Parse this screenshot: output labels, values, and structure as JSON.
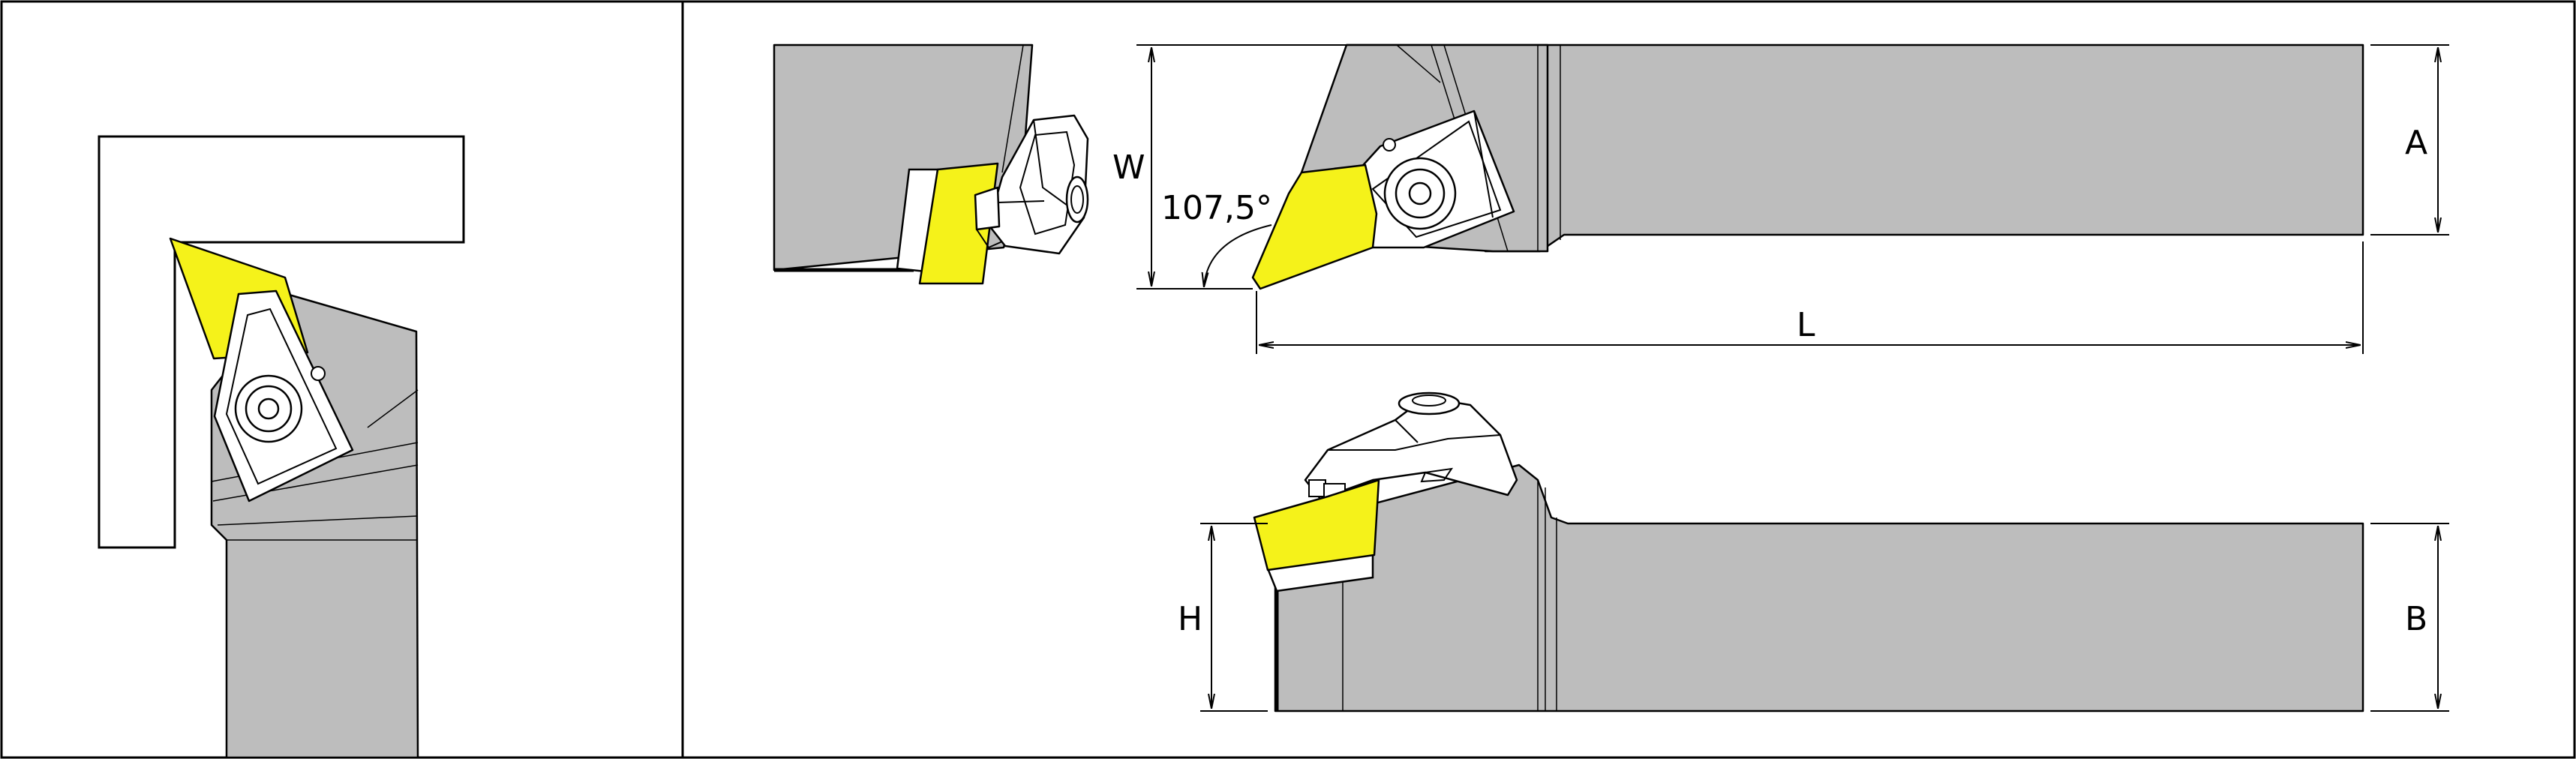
{
  "colors": {
    "tool_body": "#bdbdbd",
    "insert": "#f5f21a",
    "line": "#000000",
    "background": "#ffffff"
  },
  "dimensions": {
    "w": "W",
    "a": "A",
    "l": "L",
    "h": "H",
    "b": "B",
    "angle": "107,5°"
  }
}
